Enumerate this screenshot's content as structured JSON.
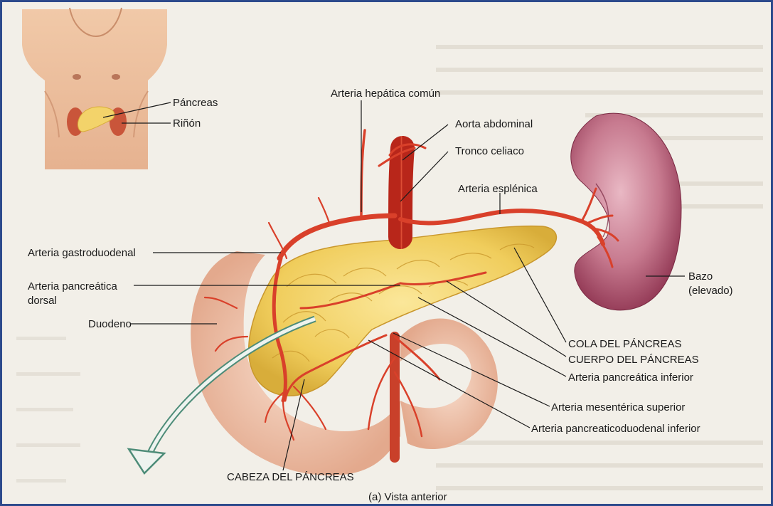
{
  "colors": {
    "border": "#2c4a8c",
    "page": "#f2efe8",
    "pancreas": "#f3d36a",
    "artery": "#d9402a",
    "spleen": "#a8455f",
    "duodenum": "#f1c9b3",
    "kidney": "#c9553a"
  },
  "labels": {
    "pancreas_small": "Páncreas",
    "kidney_small": "Riñón",
    "common_hepatic": "Arteria hepática común",
    "abdominal_aorta": "Aorta abdominal",
    "celiac_trunk": "Tronco celiaco",
    "splenic_artery": "Arteria esplénica",
    "gastroduodenal": "Arteria gastroduodenal",
    "dorsal_pancreatic_1": "Arteria pancreática",
    "dorsal_pancreatic_2": "dorsal",
    "duodenum": "Duodeno",
    "spleen_1": "Bazo",
    "spleen_2": "(elevado)",
    "tail": "COLA DEL PÁNCREAS",
    "body": "CUERPO DEL PÁNCREAS",
    "inferior_pancreatic": "Arteria pancreática inferior",
    "superior_mesenteric": "Arteria mesentérica superior",
    "inferior_pancreaticoduodenal": "Arteria pancreaticoduodenal inferior",
    "head": "CABEZA DEL PÁNCREAS",
    "caption": "(a) Vista anterior"
  },
  "icons": [
    "torso-illustration",
    "pancreas-illustration",
    "spleen-illustration",
    "duodenum-illustration",
    "aorta-illustration",
    "curved-arrow-icon"
  ]
}
